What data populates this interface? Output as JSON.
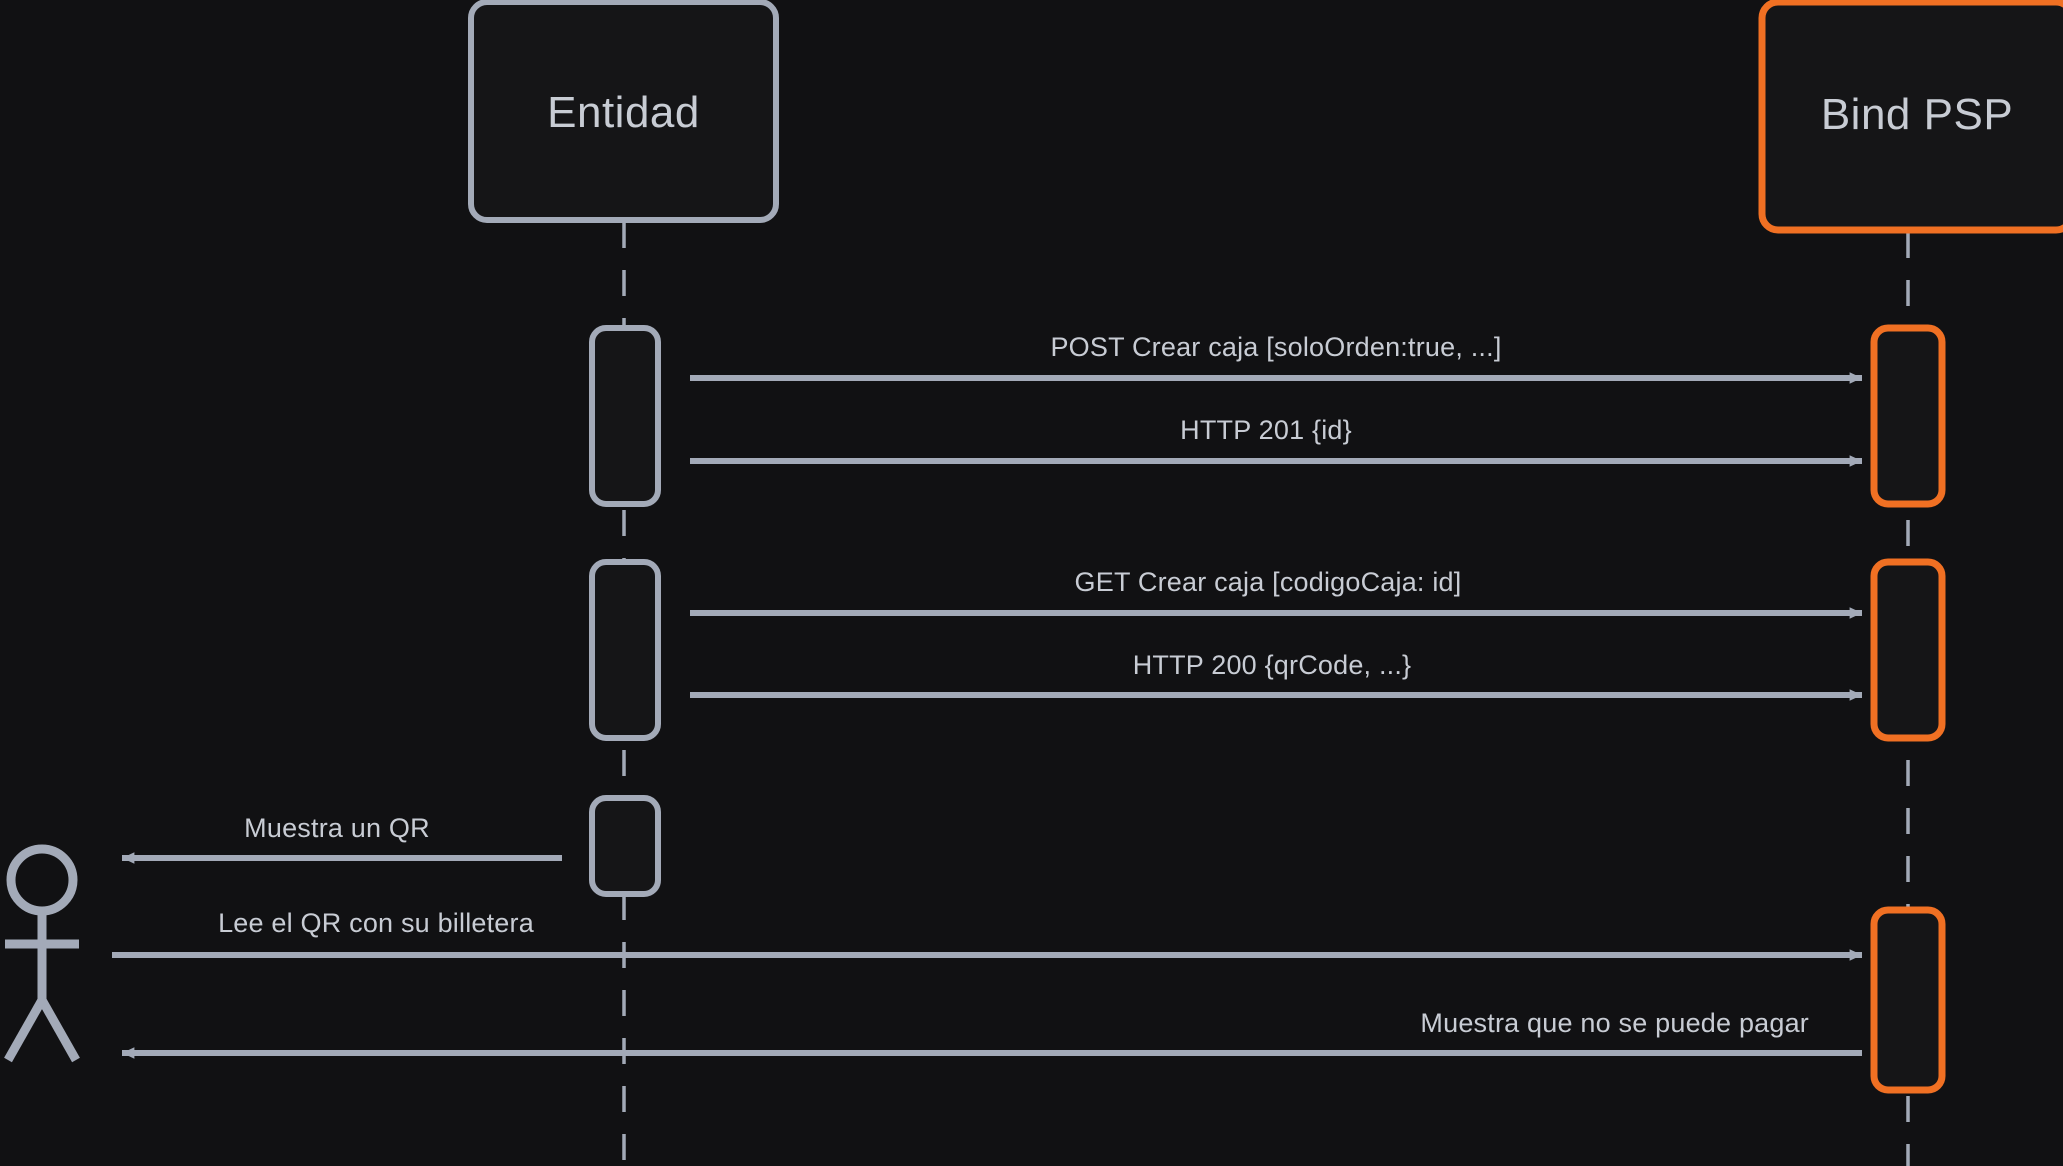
{
  "diagram": {
    "type": "uml-sequence-diagram",
    "title": "",
    "background_color": "#111113",
    "colors": {
      "background": "#111113",
      "line_gray": "#a3aab8",
      "accent_orange": "#f07023",
      "text": "#c8ccd4",
      "box_fill": "#151517"
    }
  },
  "participants": [
    {
      "id": "actor",
      "name": "actor-stick-figure",
      "label": "",
      "kind": "actor",
      "color": "#a3aab8"
    },
    {
      "id": "entidad",
      "name": "participant-entidad",
      "label": "Entidad",
      "kind": "box",
      "color": "#a3aab8"
    },
    {
      "id": "bindpsp",
      "name": "participant-bind-psp",
      "label": "Bind PSP",
      "kind": "box",
      "color": "#f07023"
    }
  ],
  "messages": [
    {
      "index": 1,
      "label": "POST Crear caja [soloOrden:true, ...]",
      "from": "entidad",
      "to": "bindpsp",
      "direction": "right",
      "style": "solid",
      "arrow": "filled"
    },
    {
      "index": 2,
      "label": "HTTP 201 {id}",
      "from": "entidad",
      "to": "bindpsp",
      "direction": "right",
      "style": "solid",
      "arrow": "filled"
    },
    {
      "index": 3,
      "label": "GET Crear caja [codigoCaja: id]",
      "from": "entidad",
      "to": "bindpsp",
      "direction": "right",
      "style": "solid",
      "arrow": "filled"
    },
    {
      "index": 4,
      "label": "HTTP 200 {qrCode, ...}",
      "from": "entidad",
      "to": "bindpsp",
      "direction": "right",
      "style": "solid",
      "arrow": "filled"
    },
    {
      "index": 5,
      "label": "Muestra un QR",
      "from": "entidad",
      "to": "actor",
      "direction": "left",
      "style": "solid",
      "arrow": "filled"
    },
    {
      "index": 6,
      "label": "Lee el QR con su billetera",
      "from": "actor",
      "to": "bindpsp",
      "direction": "right",
      "style": "solid",
      "arrow": "filled"
    },
    {
      "index": 7,
      "label": "Muestra que no se puede pagar",
      "from": "bindpsp",
      "to": "actor",
      "direction": "left",
      "style": "solid",
      "arrow": "filled"
    }
  ],
  "activations": [
    {
      "lifeline": "entidad",
      "color": "#a3aab8"
    },
    {
      "lifeline": "entidad",
      "color": "#a3aab8"
    },
    {
      "lifeline": "entidad",
      "color": "#a3aab8"
    },
    {
      "lifeline": "bindpsp",
      "color": "#f07023"
    },
    {
      "lifeline": "bindpsp",
      "color": "#f07023"
    },
    {
      "lifeline": "bindpsp",
      "color": "#f07023"
    }
  ]
}
